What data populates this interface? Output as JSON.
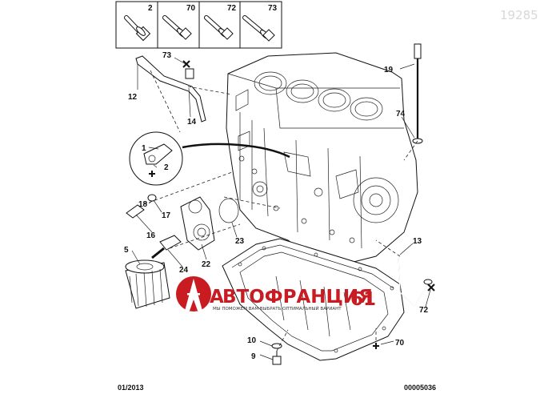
{
  "watermark_id": "19285",
  "header_boxes": [
    {
      "label": "2",
      "icon": "bolt-with-washer-icon"
    },
    {
      "label": "70",
      "icon": "flange-bolt-icon"
    },
    {
      "label": "72",
      "icon": "flange-bolt-icon"
    },
    {
      "label": "73",
      "icon": "long-bolt-icon"
    }
  ],
  "callouts": {
    "c73": "73",
    "c12": "12",
    "c14": "14",
    "c1": "1",
    "c2": "2",
    "c18": "18",
    "c16": "16",
    "c17": "17",
    "c5": "5",
    "c24": "24",
    "c22": "22",
    "c23": "23",
    "c19": "19",
    "c74": "74",
    "c13": "13",
    "c72": "72",
    "c10": "10",
    "c9": "9",
    "c70": "70"
  },
  "logo": {
    "brand_a": "А",
    "brand_b": "ВТОФРАНЦИЯ",
    "number": "61",
    "tagline": "МЫ ПОМОЖЕМ ВАМ ВЫБРАТЬ ОПТИМАЛЬНЫЙ ВАРИАНТ",
    "color": "#c81c22"
  },
  "footer": {
    "date": "01/2013",
    "code": "00005036"
  }
}
